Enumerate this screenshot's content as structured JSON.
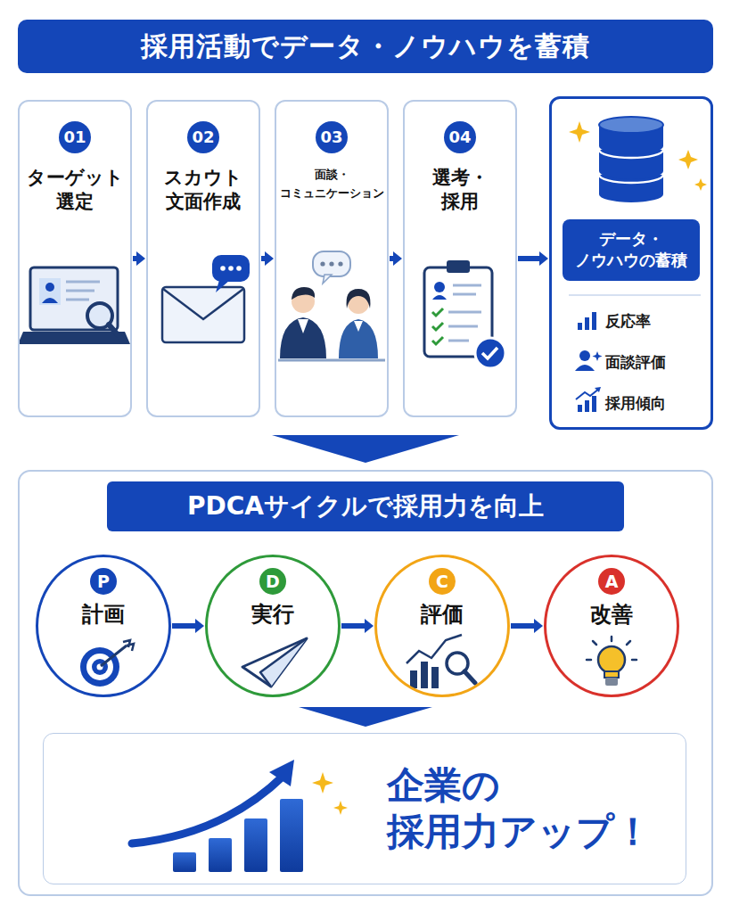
{
  "diagram": {
    "title": "採用活動でデータ・ノウハウを蓄積",
    "nodes": [
      {
        "text": [
          "01",
          "ターゲット 選定"
        ]
      },
      {
        "text": [
          "02",
          "スカウト 文面作成"
        ]
      },
      {
        "text": [
          "03",
          "面談・ コミュニケーション"
        ]
      },
      {
        "text": [
          "04",
          "選考・ 採用"
        ]
      },
      {
        "text": [
          "データ・ ノウハウの蓄積",
          "反応率",
          "面談評価",
          "採用傾向"
        ]
      },
      {
        "text": [
          "PDCAサイクルで採用力を向上"
        ]
      },
      {
        "text": [
          "P",
          "計画"
        ],
        "in": 5
      },
      {
        "text": [
          "D",
          "実行"
        ],
        "in": 5
      },
      {
        "text": [
          "C",
          "評価"
        ],
        "in": 5
      },
      {
        "text": [
          "A",
          "改善"
        ],
        "in": 5
      },
      {
        "text": [
          "企業の 採用力アップ！"
        ],
        "in": 5
      }
    ],
    "edges": [
      {
        "from": 0,
        "to": 1,
        "arrow": "to"
      },
      {
        "from": 1,
        "to": 2,
        "arrow": "to"
      },
      {
        "from": 2,
        "to": 3,
        "arrow": "to"
      },
      {
        "from": 3,
        "to": 4,
        "arrow": "to"
      },
      {
        "from": 6,
        "to": 7,
        "arrow": "to"
      },
      {
        "from": 7,
        "to": 8,
        "arrow": "to"
      },
      {
        "from": 8,
        "to": 9,
        "arrow": "to"
      }
    ]
  }
}
